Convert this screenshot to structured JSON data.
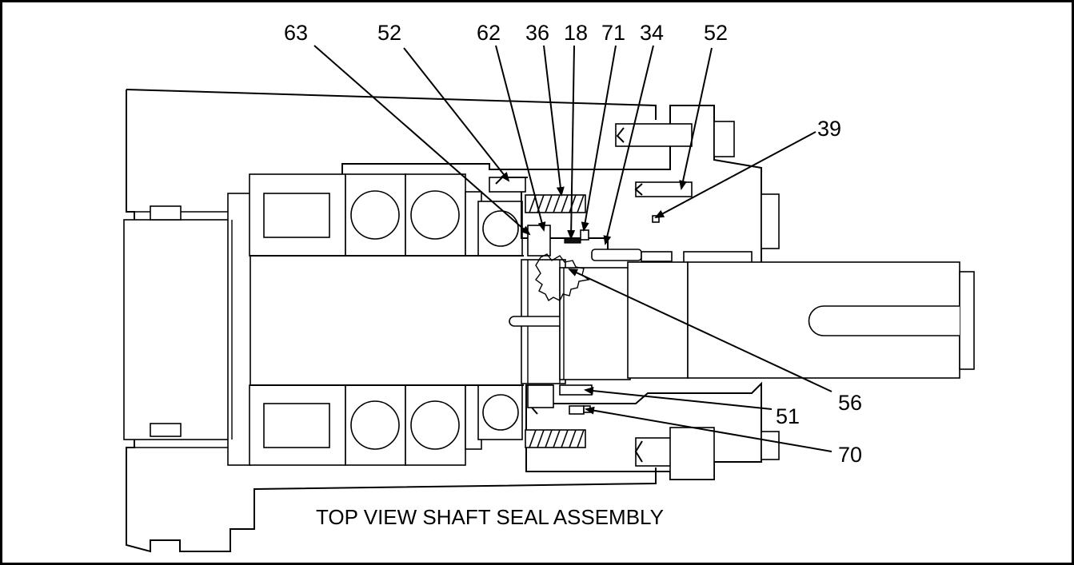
{
  "title": "TOP VIEW SHAFT SEAL ASSEMBLY",
  "callouts": [
    {
      "id": "63",
      "label": "63"
    },
    {
      "id": "52a",
      "label": "52"
    },
    {
      "id": "62",
      "label": "62"
    },
    {
      "id": "36",
      "label": "36"
    },
    {
      "id": "18",
      "label": "18"
    },
    {
      "id": "71",
      "label": "71"
    },
    {
      "id": "34",
      "label": "34"
    },
    {
      "id": "52b",
      "label": "52"
    },
    {
      "id": "39",
      "label": "39"
    },
    {
      "id": "56",
      "label": "56"
    },
    {
      "id": "51",
      "label": "51"
    },
    {
      "id": "70",
      "label": "70"
    }
  ]
}
